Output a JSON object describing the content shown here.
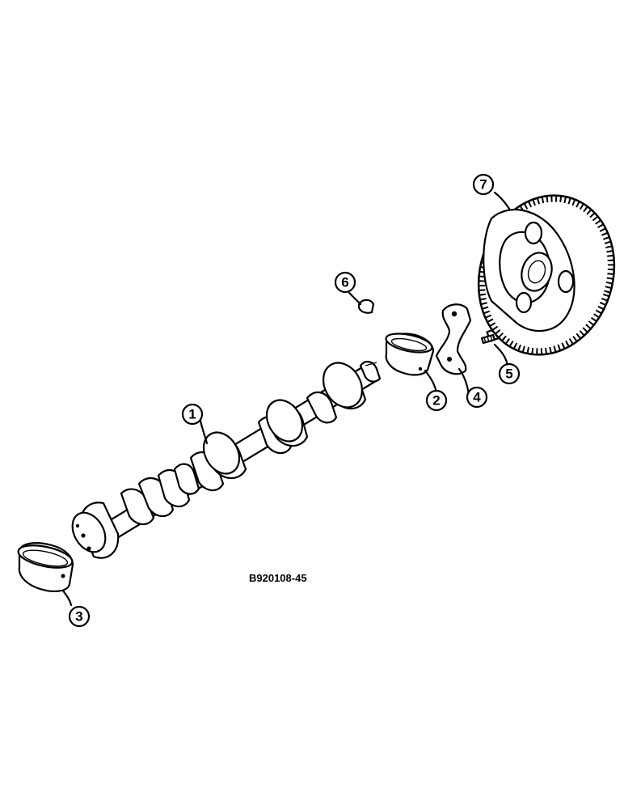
{
  "diagram": {
    "reference_code": "B920108-45",
    "callouts": [
      {
        "id": "1",
        "part": "camshaft"
      },
      {
        "id": "2",
        "part": "camshaft-bushing-rear"
      },
      {
        "id": "3",
        "part": "camshaft-bushing-front"
      },
      {
        "id": "4",
        "part": "thrust-plate"
      },
      {
        "id": "5",
        "part": "cap-screw"
      },
      {
        "id": "6",
        "part": "woodruff-key"
      },
      {
        "id": "7",
        "part": "camshaft-gear"
      }
    ]
  }
}
